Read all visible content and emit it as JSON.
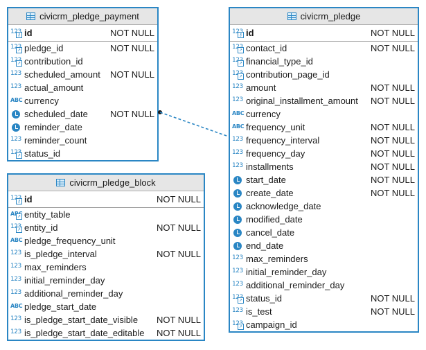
{
  "tables": {
    "pledge_payment": {
      "title": "civicrm_pledge_payment",
      "columns": [
        {
          "name": "id",
          "type": "number",
          "key": "pk",
          "nn": "NOT NULL"
        },
        {
          "name": "pledge_id",
          "type": "number",
          "key": "fk",
          "nn": "NOT NULL"
        },
        {
          "name": "contribution_id",
          "type": "number",
          "key": "fk",
          "nn": ""
        },
        {
          "name": "scheduled_amount",
          "type": "number",
          "key": "",
          "nn": "NOT NULL"
        },
        {
          "name": "actual_amount",
          "type": "number",
          "key": "",
          "nn": ""
        },
        {
          "name": "currency",
          "type": "text",
          "key": "",
          "nn": ""
        },
        {
          "name": "scheduled_date",
          "type": "datetime",
          "key": "",
          "nn": "NOT NULL"
        },
        {
          "name": "reminder_date",
          "type": "datetime",
          "key": "",
          "nn": ""
        },
        {
          "name": "reminder_count",
          "type": "number",
          "key": "",
          "nn": ""
        },
        {
          "name": "status_id",
          "type": "number",
          "key": "fk",
          "nn": ""
        }
      ]
    },
    "pledge_block": {
      "title": "civicrm_pledge_block",
      "columns": [
        {
          "name": "id",
          "type": "number",
          "key": "pk",
          "nn": "NOT NULL"
        },
        {
          "name": "entity_table",
          "type": "text",
          "key": "fk",
          "nn": ""
        },
        {
          "name": "entity_id",
          "type": "number",
          "key": "fk",
          "nn": "NOT NULL"
        },
        {
          "name": "pledge_frequency_unit",
          "type": "text",
          "key": "",
          "nn": ""
        },
        {
          "name": "is_pledge_interval",
          "type": "number",
          "key": "",
          "nn": "NOT NULL"
        },
        {
          "name": "max_reminders",
          "type": "number",
          "key": "",
          "nn": ""
        },
        {
          "name": "initial_reminder_day",
          "type": "number",
          "key": "",
          "nn": ""
        },
        {
          "name": "additional_reminder_day",
          "type": "number",
          "key": "",
          "nn": ""
        },
        {
          "name": "pledge_start_date",
          "type": "text",
          "key": "",
          "nn": ""
        },
        {
          "name": "is_pledge_start_date_visible",
          "type": "number",
          "key": "",
          "nn": "NOT NULL"
        },
        {
          "name": "is_pledge_start_date_editable",
          "type": "number",
          "key": "",
          "nn": "NOT NULL"
        }
      ]
    },
    "pledge": {
      "title": "civicrm_pledge",
      "columns": [
        {
          "name": "id",
          "type": "number",
          "key": "pk",
          "nn": "NOT NULL"
        },
        {
          "name": "contact_id",
          "type": "number",
          "key": "fk",
          "nn": "NOT NULL"
        },
        {
          "name": "financial_type_id",
          "type": "number",
          "key": "fk",
          "nn": ""
        },
        {
          "name": "contribution_page_id",
          "type": "number",
          "key": "fk",
          "nn": ""
        },
        {
          "name": "amount",
          "type": "number",
          "key": "",
          "nn": "NOT NULL"
        },
        {
          "name": "original_installment_amount",
          "type": "number",
          "key": "",
          "nn": "NOT NULL"
        },
        {
          "name": "currency",
          "type": "text",
          "key": "",
          "nn": ""
        },
        {
          "name": "frequency_unit",
          "type": "text",
          "key": "",
          "nn": "NOT NULL"
        },
        {
          "name": "frequency_interval",
          "type": "number",
          "key": "",
          "nn": "NOT NULL"
        },
        {
          "name": "frequency_day",
          "type": "number",
          "key": "",
          "nn": "NOT NULL"
        },
        {
          "name": "installments",
          "type": "number",
          "key": "",
          "nn": "NOT NULL"
        },
        {
          "name": "start_date",
          "type": "datetime",
          "key": "",
          "nn": "NOT NULL"
        },
        {
          "name": "create_date",
          "type": "datetime",
          "key": "",
          "nn": "NOT NULL"
        },
        {
          "name": "acknowledge_date",
          "type": "datetime",
          "key": "",
          "nn": ""
        },
        {
          "name": "modified_date",
          "type": "datetime",
          "key": "",
          "nn": ""
        },
        {
          "name": "cancel_date",
          "type": "datetime",
          "key": "",
          "nn": ""
        },
        {
          "name": "end_date",
          "type": "datetime",
          "key": "",
          "nn": ""
        },
        {
          "name": "max_reminders",
          "type": "number",
          "key": "",
          "nn": ""
        },
        {
          "name": "initial_reminder_day",
          "type": "number",
          "key": "",
          "nn": ""
        },
        {
          "name": "additional_reminder_day",
          "type": "number",
          "key": "",
          "nn": ""
        },
        {
          "name": "status_id",
          "type": "number",
          "key": "fk",
          "nn": "NOT NULL"
        },
        {
          "name": "is_test",
          "type": "number",
          "key": "",
          "nn": "NOT NULL"
        },
        {
          "name": "campaign_id",
          "type": "number",
          "key": "fk",
          "nn": ""
        }
      ]
    }
  },
  "colors": {
    "accent": "#2a86c4",
    "header_bg": "#e6e6e6"
  },
  "relationship": {
    "from": "pledge_payment.pledge_id",
    "to": "pledge.id",
    "style": "dashed"
  }
}
